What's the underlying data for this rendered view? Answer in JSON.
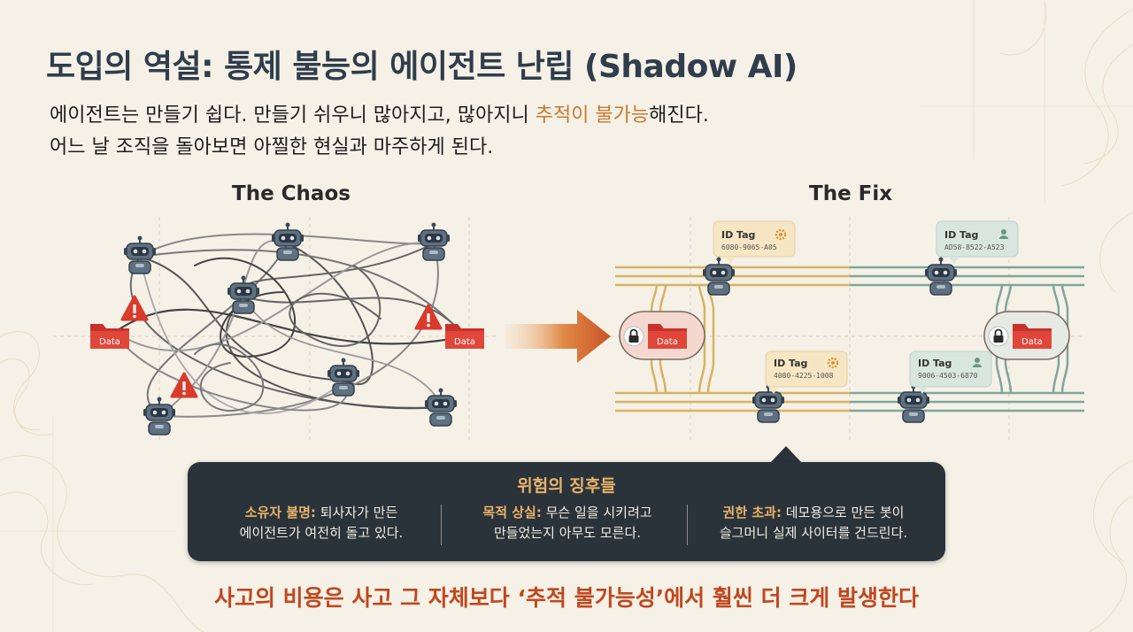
{
  "title": "도입의 역설: 통제 불능의 에이전트 난립 (Shadow AI)",
  "subtitle": {
    "line1_before": "에이전트는 만들기 쉽다. 만들기 쉬우니 많아지고, 많아지니 ",
    "line1_highlight": "추적이 불가능",
    "line1_after": "해진다.",
    "line2": "어느 날 조직을 돌아보면 아찔한 현실과 마주하게 된다."
  },
  "chaos": {
    "label": "The Chaos",
    "data_label": "Data",
    "icons": [
      "robot-icon",
      "warning-icon",
      "folder-icon"
    ]
  },
  "fix": {
    "label": "The Fix",
    "data_label": "Data",
    "tags": [
      {
        "title": "ID Tag",
        "code": "6080-9065-A05",
        "icon": "gear-icon"
      },
      {
        "title": "ID Tag",
        "code": "AD58-8522-A523",
        "icon": "user-icon"
      },
      {
        "title": "ID Tag",
        "code": "4080-4225-1008",
        "icon": "gear-icon"
      },
      {
        "title": "ID Tag",
        "code": "9006-4503-6870",
        "icon": "user-icon"
      }
    ],
    "icons": [
      "lock-icon",
      "folder-icon",
      "robot-icon"
    ]
  },
  "risks": {
    "title": "위험의 징후들",
    "items": [
      {
        "key": "소유자 불명:",
        "text1": " 퇴사자가 만든",
        "text2": "에이전트가 여전히 돌고 있다."
      },
      {
        "key": "목적 상실:",
        "text1": " 무슨 일을 시키려고",
        "text2": "만들었는지 아무도 모른다."
      },
      {
        "key": "권한 초과:",
        "text1": " 데모용으로 만든 봇이",
        "text2": "슬그머니 실제 사이터를 건드린다."
      }
    ]
  },
  "bottom": "사고의 비용은 사고 그 자체보다 ‘추적 불가능성’에서 훨씬 더 크게 발생한다",
  "colors": {
    "background": "#f6f1e7",
    "title": "#2f3d4c",
    "highlight": "#c9792e",
    "panel": "#2b333a",
    "panel_accent": "#e8b26a",
    "bottom": "#c0481f",
    "gold_lane": "#d6b364",
    "teal_lane": "#7fa69a",
    "danger": "#d93a2b"
  }
}
